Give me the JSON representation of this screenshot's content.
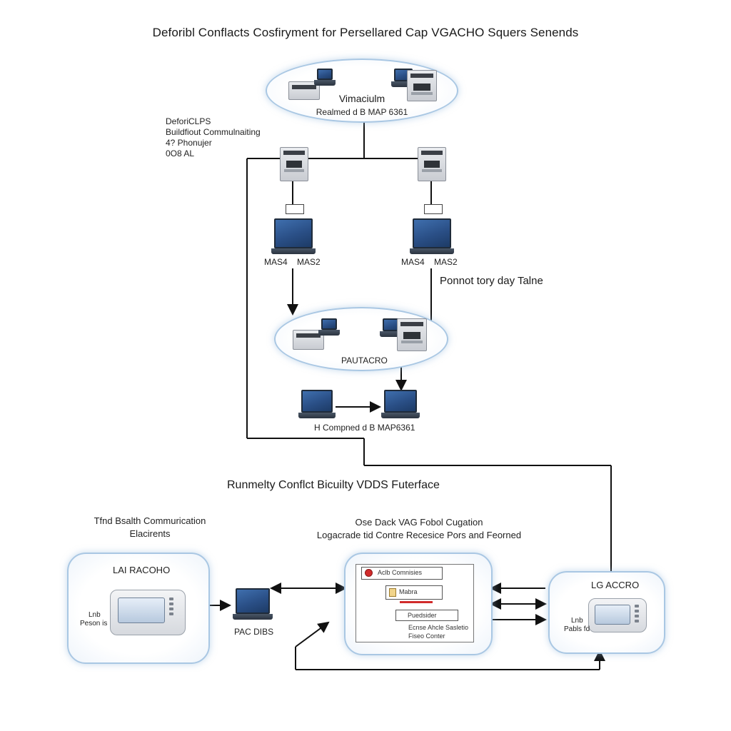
{
  "title": "Deforibl Conflacts Cosfiryment for Persellared Cap VGACHO Squers Senends",
  "top_cluster": {
    "label": "Vimaciulm",
    "sublabel": "Realmed d B MAP 6361"
  },
  "left_notes": [
    "DeforiCLPS",
    "Buildfiout Commulnaiting",
    "4? Phonujer",
    "0O8 AL"
  ],
  "mid_nodes": [
    {
      "label": "MAS4    MAS2"
    },
    {
      "label": "MAS4    MAS2"
    }
  ],
  "side_note": "Ponnot tory day Talne",
  "middle_cluster": {
    "label": "PAUTACRO"
  },
  "lower_laptops_caption": "H Compned d B MAP6361",
  "section_title": "Runmelty Conflct Bicuilty VDDS Futerface",
  "left_group": {
    "caption_line1": "Tfnd Bsalth Commurication",
    "caption_line2": "Elacirents",
    "box_label": "LAI RACOHO",
    "device_labels": [
      "Lnb",
      "Peson is"
    ],
    "laptop_label": "PAC DIBS"
  },
  "center_group": {
    "caption_line1": "Ose Dack VAG Fobol Cugation",
    "caption_line2": "Logacrade tid Contre Recesice Pors and Feorned",
    "cards": [
      "Aclb Comnisies",
      "Mabra",
      "Puedsider",
      "Ecnse Ahcle Sasletio",
      "Fiseo Conter"
    ]
  },
  "right_group": {
    "box_label": "LG ACCRO",
    "device_labels": [
      "Lnb",
      "Pabls fd"
    ]
  },
  "colors": {
    "ellipse_border": "#a9c7e3",
    "line": "#111111",
    "laptop_screen": "#2f5b98",
    "alert_red": "#d12b2b"
  }
}
